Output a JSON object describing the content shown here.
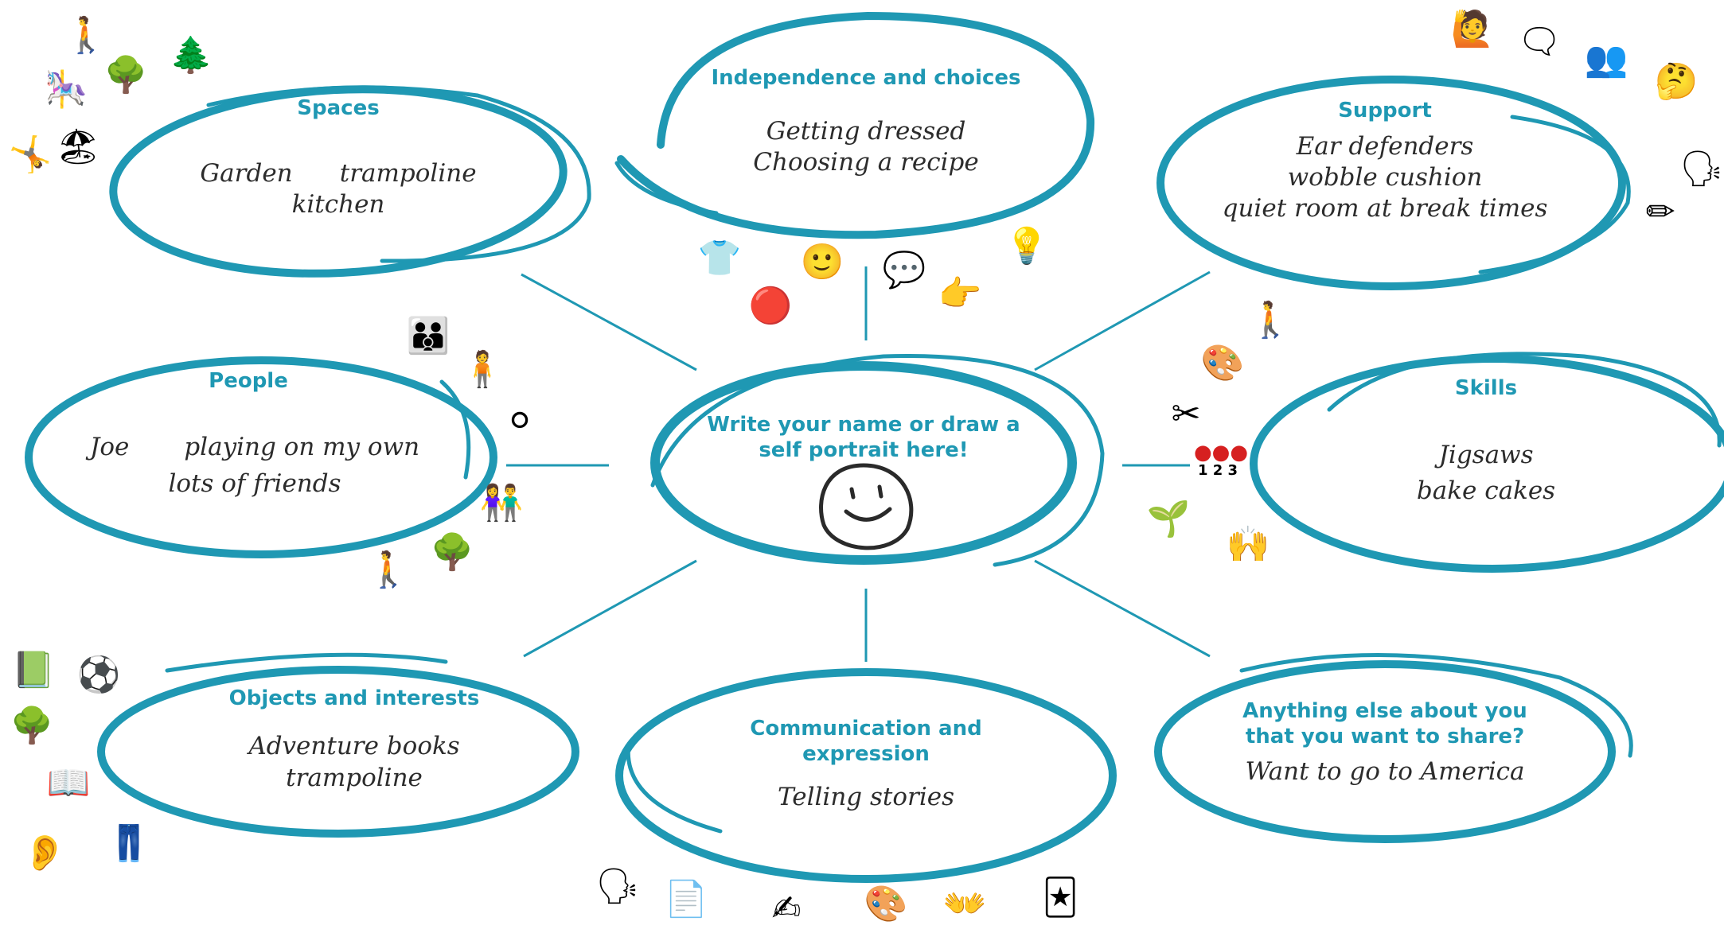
{
  "center": {
    "heading": "Write your name or draw a self portrait here!"
  },
  "bubbles": {
    "spaces": {
      "heading": "Spaces",
      "line1": "Garden      trampoline",
      "line2": "kitchen"
    },
    "independence": {
      "heading": "Independence and choices",
      "line1": "Getting dressed",
      "line2": "Choosing a recipe"
    },
    "support": {
      "heading": "Support",
      "line1": "Ear defenders",
      "line2": "wobble cushion",
      "line3": "quiet room at break times"
    },
    "people": {
      "heading": "People",
      "line1": "Joe       playing on my own",
      "line2": "lots of friends"
    },
    "skills": {
      "heading": "Skills",
      "line1": "Jigsaws",
      "line2": "bake cakes"
    },
    "objects": {
      "heading": "Objects and interests",
      "line1": "Adventure books",
      "line2": "trampoline"
    },
    "communication": {
      "heading": "Communication and expression",
      "line1": "Telling stories"
    },
    "anything": {
      "heading_line1": "Anything else about you",
      "heading_line2": "that you want to share?",
      "line1": "Want to go to America"
    }
  },
  "counters": {
    "labels": "1 2 3"
  },
  "colors": {
    "outline": "#1f98b3",
    "heading": "#1f98b3",
    "text": "#2c2c2c",
    "connector": "#1f98b3"
  },
  "icons": [
    "walking-people-icon",
    "swing-icon",
    "park-icon",
    "trees-icon",
    "trampoline-icon",
    "beach-icon",
    "person-dressing-icon",
    "choices-faces-icon",
    "asking-question-icon",
    "pointing-choice-icon",
    "idea-icon",
    "choose-red-icon",
    "person-presenting-icon",
    "conversation-icon",
    "people-at-desk-icon",
    "thinking-person-icon",
    "talking-icon",
    "person-drawing-icon",
    "friends-circle-icon",
    "person-with-group-icon",
    "group-talking-icon",
    "two-people-icon",
    "walking-people-icon",
    "park-icon",
    "walking-people-icon",
    "talking-art-icon",
    "scissors-icon",
    "counters-icon",
    "gardening-icon",
    "hands-icon",
    "green-book-icon",
    "ball-play-icon",
    "park-icon",
    "person-reading-icon",
    "ear-listen-icon",
    "clothes-icon",
    "speaking-face-icon",
    "document-icon",
    "writing-icon",
    "talking-art-icon",
    "sign-language-icon",
    "picture-cards-icon"
  ]
}
